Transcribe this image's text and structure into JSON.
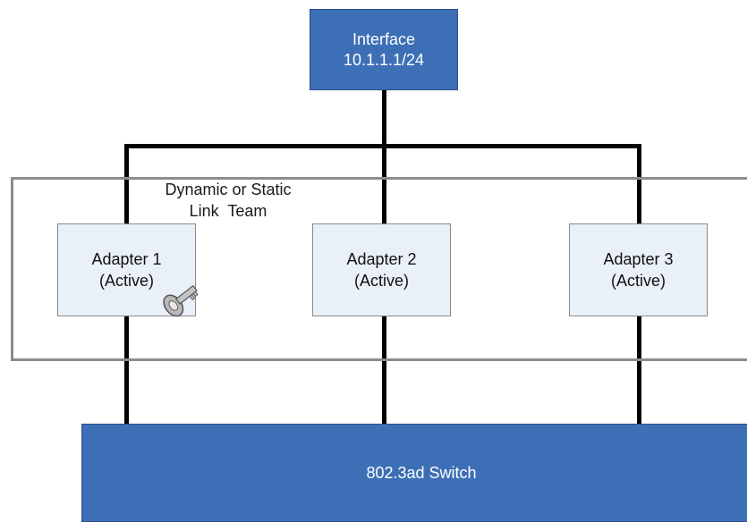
{
  "interface": {
    "line1": "Interface",
    "line2": "10.1.1.1/24"
  },
  "team": {
    "line1": "Dynamic or Static",
    "line2": "Link  Team"
  },
  "adapters": [
    {
      "name": "Adapter 1",
      "status": "(Active)"
    },
    {
      "name": "Adapter 2",
      "status": "(Active)"
    },
    {
      "name": "Adapter 3",
      "status": "(Active)"
    }
  ],
  "switch": {
    "label": "802.3ad Switch"
  },
  "colors": {
    "interface_fill": "#3d6fb6",
    "switch_fill": "#3d6fb6",
    "adapter_fill": "#eaf0f8",
    "team_border": "#8c8c8c",
    "wire": "#000000"
  },
  "icons": {
    "adapter1_badge": "key-icon"
  }
}
